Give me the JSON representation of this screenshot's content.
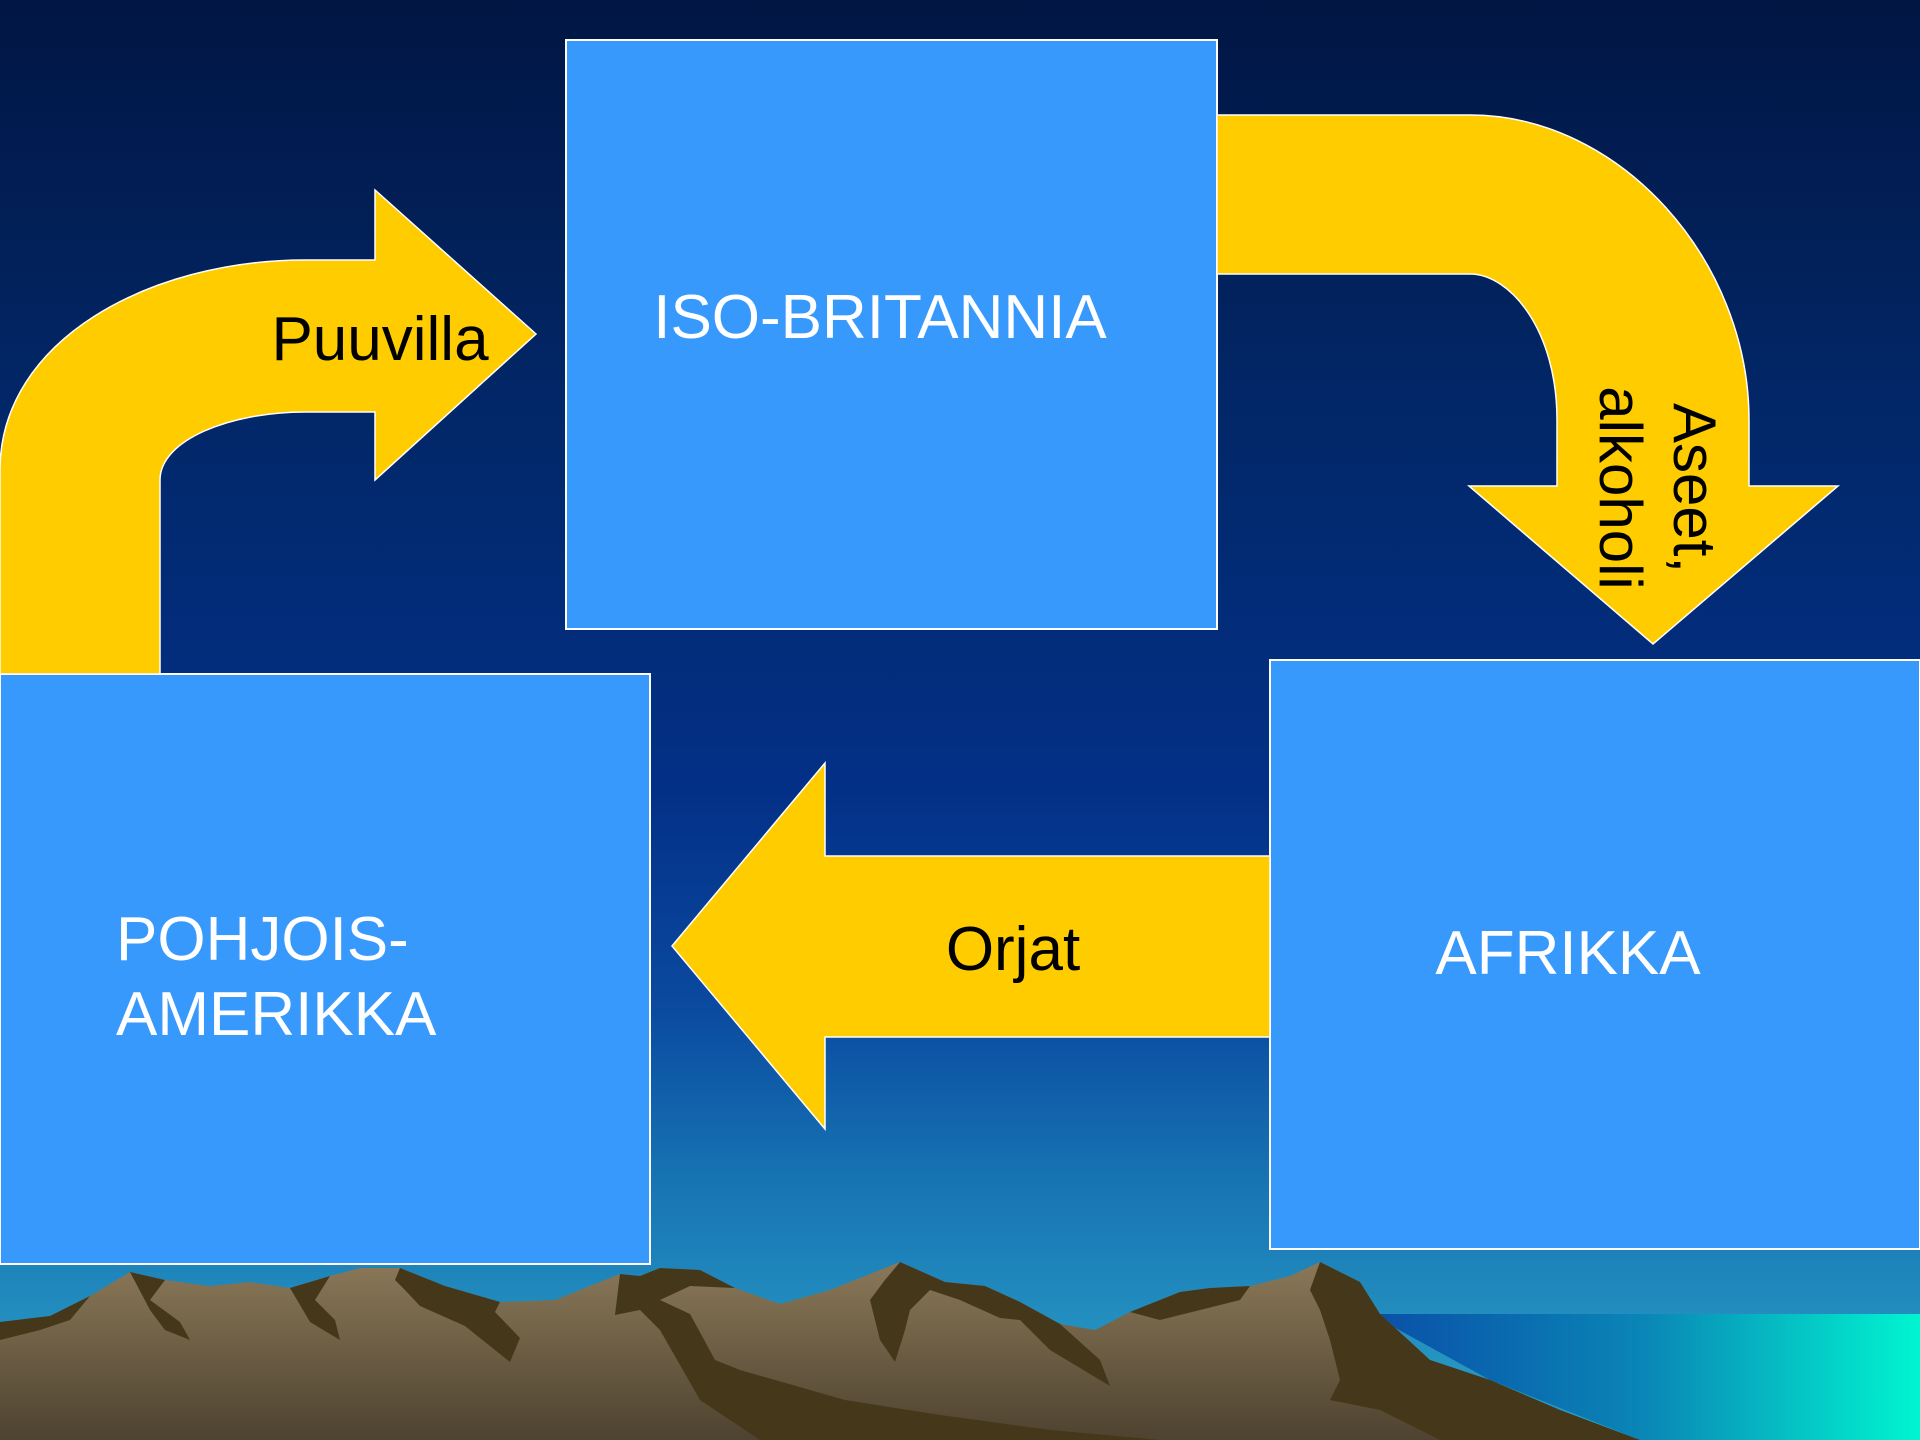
{
  "colors": {
    "box_fill": "#3899fd",
    "arrow_fill": "#ffcc00",
    "sky_top": "#011643",
    "sky_bottom": "#2a9fc4",
    "water": "#00f5d0",
    "mountain": "#6b5a3e"
  },
  "boxes": {
    "britain": "ISO-BRITANNIA",
    "north_america_line1": "POHJOIS-",
    "north_america_line2": "AMERIKKA",
    "africa": "AFRIKKA"
  },
  "arrows": {
    "cotton": "Puuvilla",
    "weapons_line1": "Aseet,",
    "weapons_line2": "alkoholi",
    "slaves": "Orjat"
  }
}
